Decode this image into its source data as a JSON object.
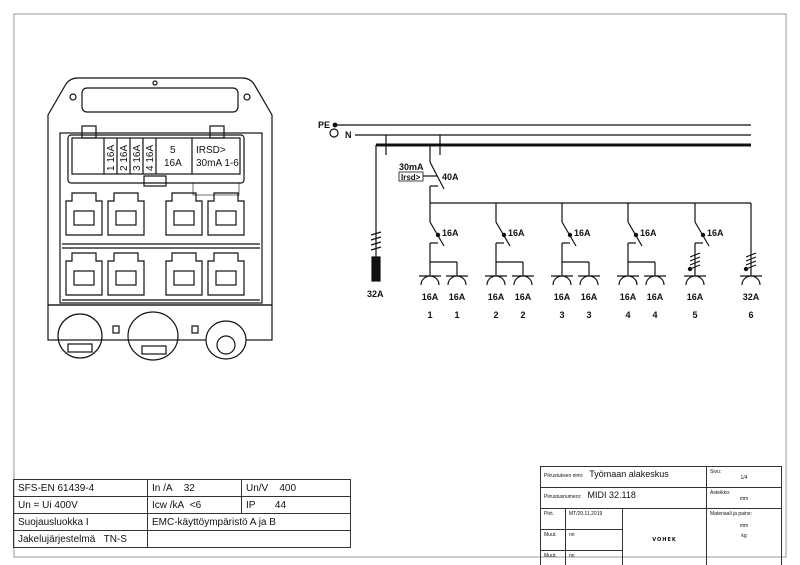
{
  "enclosure": {
    "breaker_labels": [
      "1 16A",
      "2 16A",
      "3 16A",
      "4 16A"
    ],
    "mcb5": {
      "line1": "5",
      "line2": "16A"
    },
    "rcd": {
      "line1": "IRSD>",
      "line2": "30mA 1-6"
    }
  },
  "schematic": {
    "pe": "PE",
    "n": "N",
    "rcd_current": "30mA",
    "rcd_symbol": "Irsd>",
    "rcd_rating": "40A",
    "inlet_rating": "32A",
    "branch_breaker": [
      "16A",
      "16A",
      "16A",
      "16A",
      "16A"
    ],
    "sockets": [
      {
        "rating": "16A",
        "circuit": "1"
      },
      {
        "rating": "16A",
        "circuit": "1"
      },
      {
        "rating": "16A",
        "circuit": "2"
      },
      {
        "rating": "16A",
        "circuit": "2"
      },
      {
        "rating": "16A",
        "circuit": "3"
      },
      {
        "rating": "16A",
        "circuit": "3"
      },
      {
        "rating": "16A",
        "circuit": "4"
      },
      {
        "rating": "16A",
        "circuit": "4"
      },
      {
        "rating": "16A",
        "circuit": "5"
      },
      {
        "rating": "32A",
        "circuit": "6"
      }
    ]
  },
  "spec": {
    "standard": "SFS-EN 61439-4",
    "in_label": "In /A",
    "in_value": "32",
    "un_label": "Un/V",
    "un_value": "400",
    "voltage": "Un = Ui 400V",
    "icw_label": "Icw /kA",
    "icw_value": "<6",
    "ip_label": "IP",
    "ip_value": "44",
    "protection_class": "Suojausluokka I",
    "emc": "EMC-käyttöympäristö A ja B",
    "system_label": "Jakelujärjestelmä",
    "system_value": "TN-S"
  },
  "title_block": {
    "name_label": "Piirustuksen nimi:",
    "name": "Työmaan alakeskus",
    "number_label": "Piirustusnumero:",
    "number": "MIDI 32.118",
    "sheet_label": "Sivu:",
    "sheet": "1/4",
    "scale_label": "Asteikko:",
    "scale": "mm",
    "drawn_label": "Piirt.",
    "drawn": "MT/20.11.2019",
    "mod1_label": "Muut.",
    "mod1": "nn",
    "mod2_label": "Muut.",
    "mod2": "nn",
    "logo": "VOHEK",
    "material_label": "Materiaali ja paino:",
    "material_unit": "mm",
    "weight_unit": "kg"
  }
}
